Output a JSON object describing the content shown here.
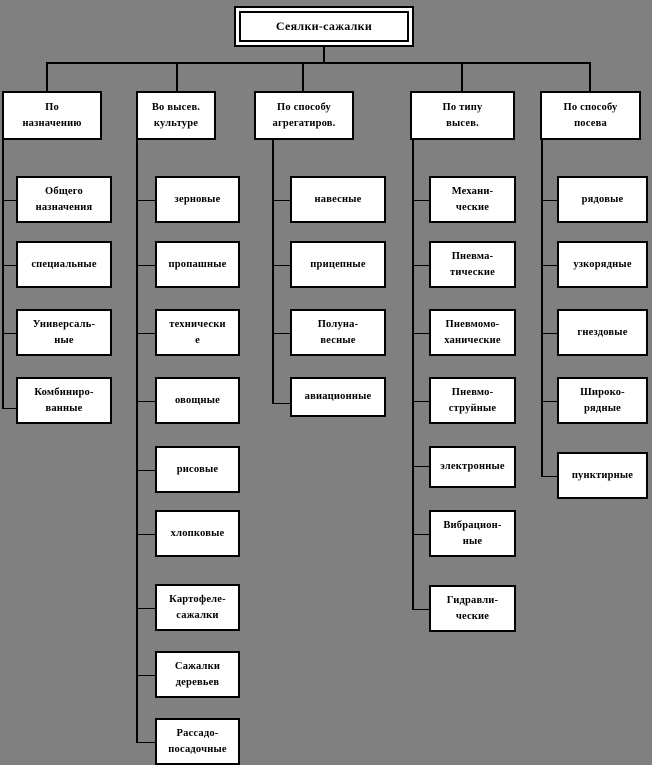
{
  "diagram": {
    "title": "Сеялки-сажалки",
    "background_color": "#808080",
    "box_fill": "#ffffff",
    "line_color": "#000000",
    "columns": [
      {
        "header": [
          "По",
          "назначению"
        ],
        "header_text": "По назначению",
        "items": [
          {
            "lines": [
              "Общего",
              "назначения"
            ],
            "text": "Общего назначения"
          },
          {
            "lines": [
              "специальные"
            ],
            "text": "специальные"
          },
          {
            "lines": [
              "Универсаль-",
              "ные"
            ],
            "text": "Универсальные"
          },
          {
            "lines": [
              "Комбиниро-",
              "ванные"
            ],
            "text": "Комбинированные"
          }
        ]
      },
      {
        "header": [
          "Во высев.",
          "культуре"
        ],
        "header_text": "Во высев. культуре",
        "items": [
          {
            "lines": [
              "зерновые"
            ],
            "text": "зерновые"
          },
          {
            "lines": [
              "пропашные"
            ],
            "text": "пропашные"
          },
          {
            "lines": [
              "технически",
              "е"
            ],
            "text": "технические"
          },
          {
            "lines": [
              "овощные"
            ],
            "text": "овощные"
          },
          {
            "lines": [
              "рисовые"
            ],
            "text": "рисовые"
          },
          {
            "lines": [
              "хлопковые"
            ],
            "text": "хлопковые"
          },
          {
            "lines": [
              "Картофеле-",
              "сажалки"
            ],
            "text": "Картофелесажалки"
          },
          {
            "lines": [
              "Сажалки",
              "деревьев"
            ],
            "text": "Сажалки деревьев"
          },
          {
            "lines": [
              "Рассадо-",
              "посадочные"
            ],
            "text": "Рассадопосадочные"
          }
        ]
      },
      {
        "header": [
          "По способу",
          "агрегатиров."
        ],
        "header_text": "По способу агрегатиров.",
        "items": [
          {
            "lines": [
              "навесные"
            ],
            "text": "навесные"
          },
          {
            "lines": [
              "прицепные"
            ],
            "text": "прицепные"
          },
          {
            "lines": [
              "Полуна-",
              "весные"
            ],
            "text": "Полунавесные"
          },
          {
            "lines": [
              "авиационные"
            ],
            "text": "авиационные"
          }
        ]
      },
      {
        "header": [
          "По типу",
          "высев."
        ],
        "header_text": "По типу высев.",
        "items": [
          {
            "lines": [
              "Механи-",
              "ческие"
            ],
            "text": "Механические"
          },
          {
            "lines": [
              "Пневма-",
              "тические"
            ],
            "text": "Пневматические"
          },
          {
            "lines": [
              "Пневмомо-",
              "ханические"
            ],
            "text": "Пневмомеханические"
          },
          {
            "lines": [
              "Пневмо-",
              "струйные"
            ],
            "text": "Пневмоструйные"
          },
          {
            "lines": [
              "электронные"
            ],
            "text": "электронные"
          },
          {
            "lines": [
              "Вибрацион-",
              "ные"
            ],
            "text": "Вибрационные"
          },
          {
            "lines": [
              "Гидравли-",
              "ческие"
            ],
            "text": "Гидравлические"
          }
        ]
      },
      {
        "header": [
          "По способу",
          "посева"
        ],
        "header_text": "По способу посева",
        "items": [
          {
            "lines": [
              "рядовые"
            ],
            "text": "рядовые"
          },
          {
            "lines": [
              "узкорядные"
            ],
            "text": "узкорядные"
          },
          {
            "lines": [
              "гнездовые"
            ],
            "text": "гнездовые"
          },
          {
            "lines": [
              "Широко-",
              "рядные"
            ],
            "text": "Широкорядные"
          },
          {
            "lines": [
              "пунктирные"
            ],
            "text": "пунктирные"
          }
        ]
      }
    ]
  }
}
